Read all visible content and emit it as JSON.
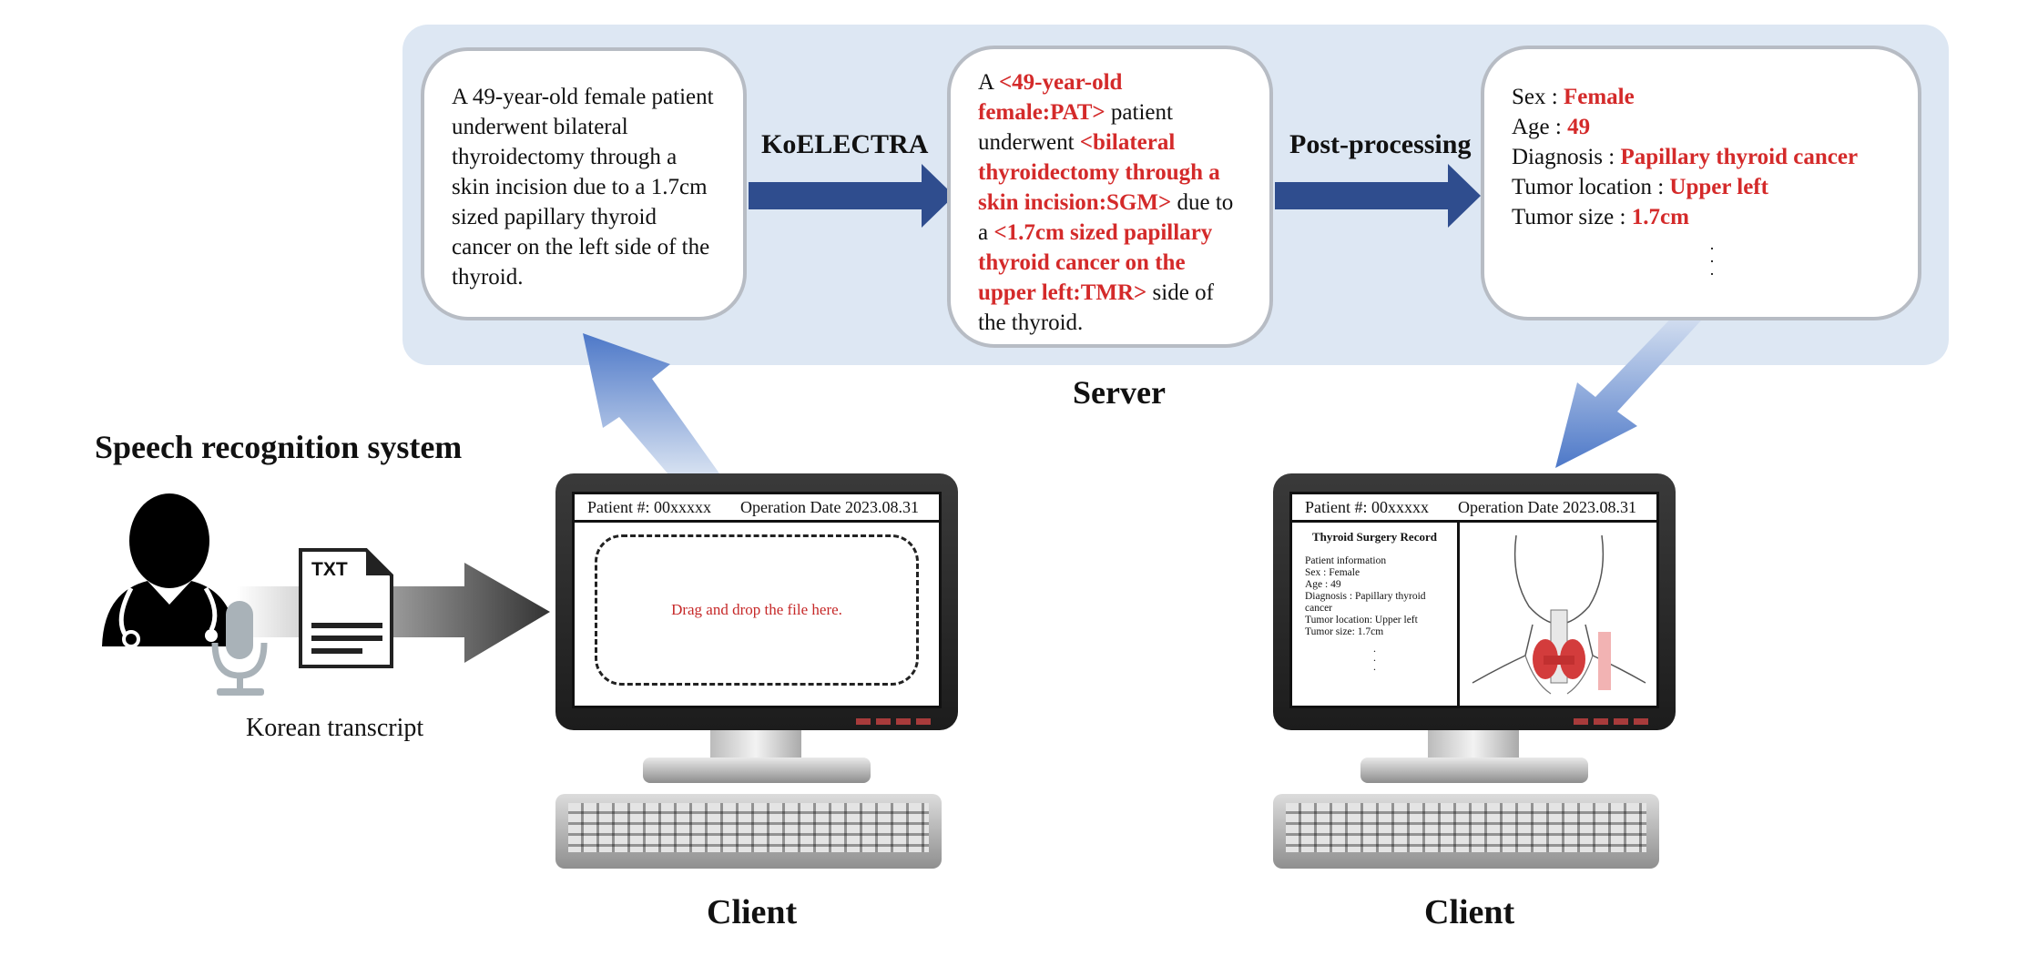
{
  "server": {
    "label": "Server",
    "input_text": "A 49-year-old female patient underwent bilateral thyroidectomy through a skin incision due to a 1.7cm sized papillary thyroid cancer on the left side of the thyroid.",
    "model_label": "KoELECTRA",
    "tagged": {
      "p1": "A ",
      "e1": "<49-year-old female:PAT>",
      "p2": " patient underwent ",
      "e2": "<bilateral thyroidectomy through a skin incision:SGM>",
      "p3": "  due to a ",
      "e3": "<1.7cm sized papillary thyroid cancer on the upper left:TMR>",
      "p4": " side of the thyroid."
    },
    "postprocessing_label": "Post-processing",
    "fields": [
      {
        "key": "Sex : ",
        "value": "Female"
      },
      {
        "key": "Age : ",
        "value": "49"
      },
      {
        "key": "Diagnosis : ",
        "value": "Papillary thyroid cancer"
      },
      {
        "key": "Tumor location : ",
        "value": "Upper left"
      },
      {
        "key": "Tumor size : ",
        "value": "1.7cm"
      }
    ]
  },
  "speech": {
    "title": "Speech recognition system",
    "file_type": "TXT",
    "caption": "Korean transcript"
  },
  "client_left": {
    "patient_id": "Patient #: 00xxxxx",
    "operation_date": "Operation Date 2023.08.31",
    "drop_text": "Drag and drop the file here.",
    "label": "Client"
  },
  "client_right": {
    "patient_id": "Patient #: 00xxxxx",
    "operation_date": "Operation Date 2023.08.31",
    "record_title": "Thyroid Surgery Record",
    "record_lines": [
      "Patient information",
      "Sex : Female",
      "Age : 49",
      "Diagnosis : Papillary thyroid",
      "cancer",
      "Tumor location: Upper left",
      "Tumor size: 1.7cm"
    ],
    "label": "Client"
  },
  "colors": {
    "server_bg": "#dde7f3",
    "arrow_blue": "#2f4d8e",
    "highlight_red": "#d42a2a"
  }
}
